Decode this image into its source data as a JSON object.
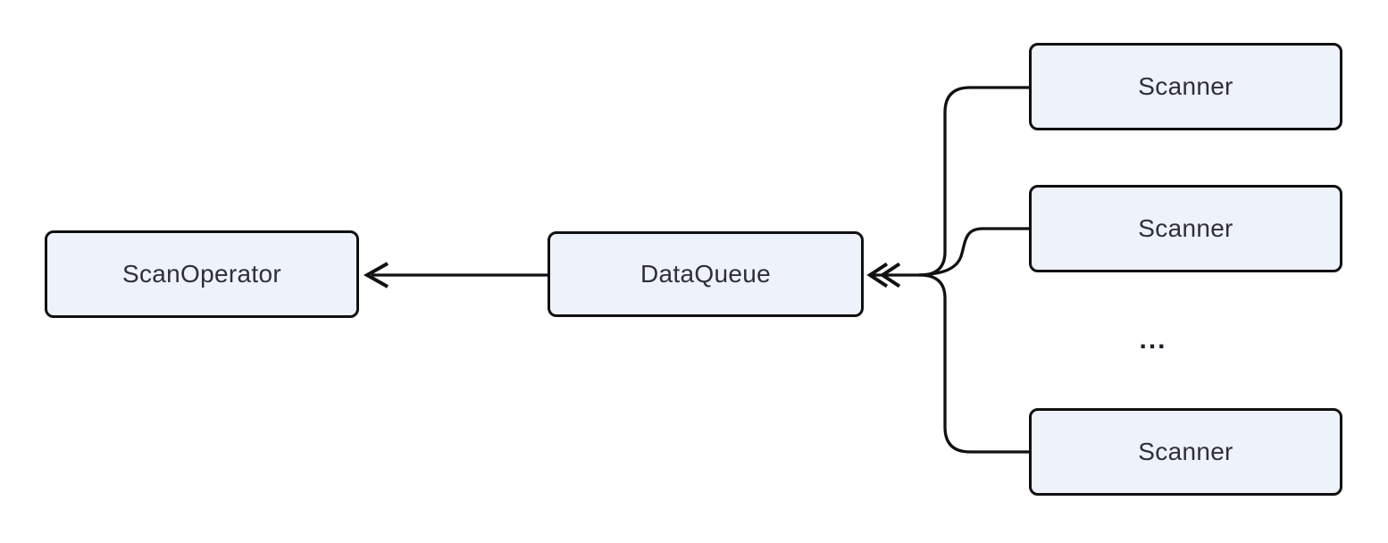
{
  "diagram": {
    "title": "scanner-dataqueue-pipeline-diagram",
    "colors": {
      "background": "#ffffff",
      "node_fill": "#eef2fb",
      "node_border": "#101010",
      "edge_stroke": "#111111",
      "text": "#2f2f38"
    },
    "nodes": {
      "scan_operator": {
        "label": "ScanOperator"
      },
      "data_queue": {
        "label": "DataQueue"
      },
      "scanner_1": {
        "label": "Scanner"
      },
      "scanner_2": {
        "label": "Scanner"
      },
      "scanner_3": {
        "label": "Scanner"
      },
      "ellipsis": {
        "label": "..."
      }
    },
    "edges": [
      {
        "from": "DataQueue",
        "to": "ScanOperator",
        "arrowhead": "single-chevron-left"
      },
      {
        "from": "Scanner (top)",
        "to": "DataQueue",
        "arrowhead": "double-chevron-left (merged trunk)"
      },
      {
        "from": "Scanner (middle)",
        "to": "DataQueue",
        "arrowhead": "double-chevron-left (merged trunk)"
      },
      {
        "from": "Scanner (bottom)",
        "to": "DataQueue",
        "arrowhead": "double-chevron-left (merged trunk)"
      }
    ]
  }
}
